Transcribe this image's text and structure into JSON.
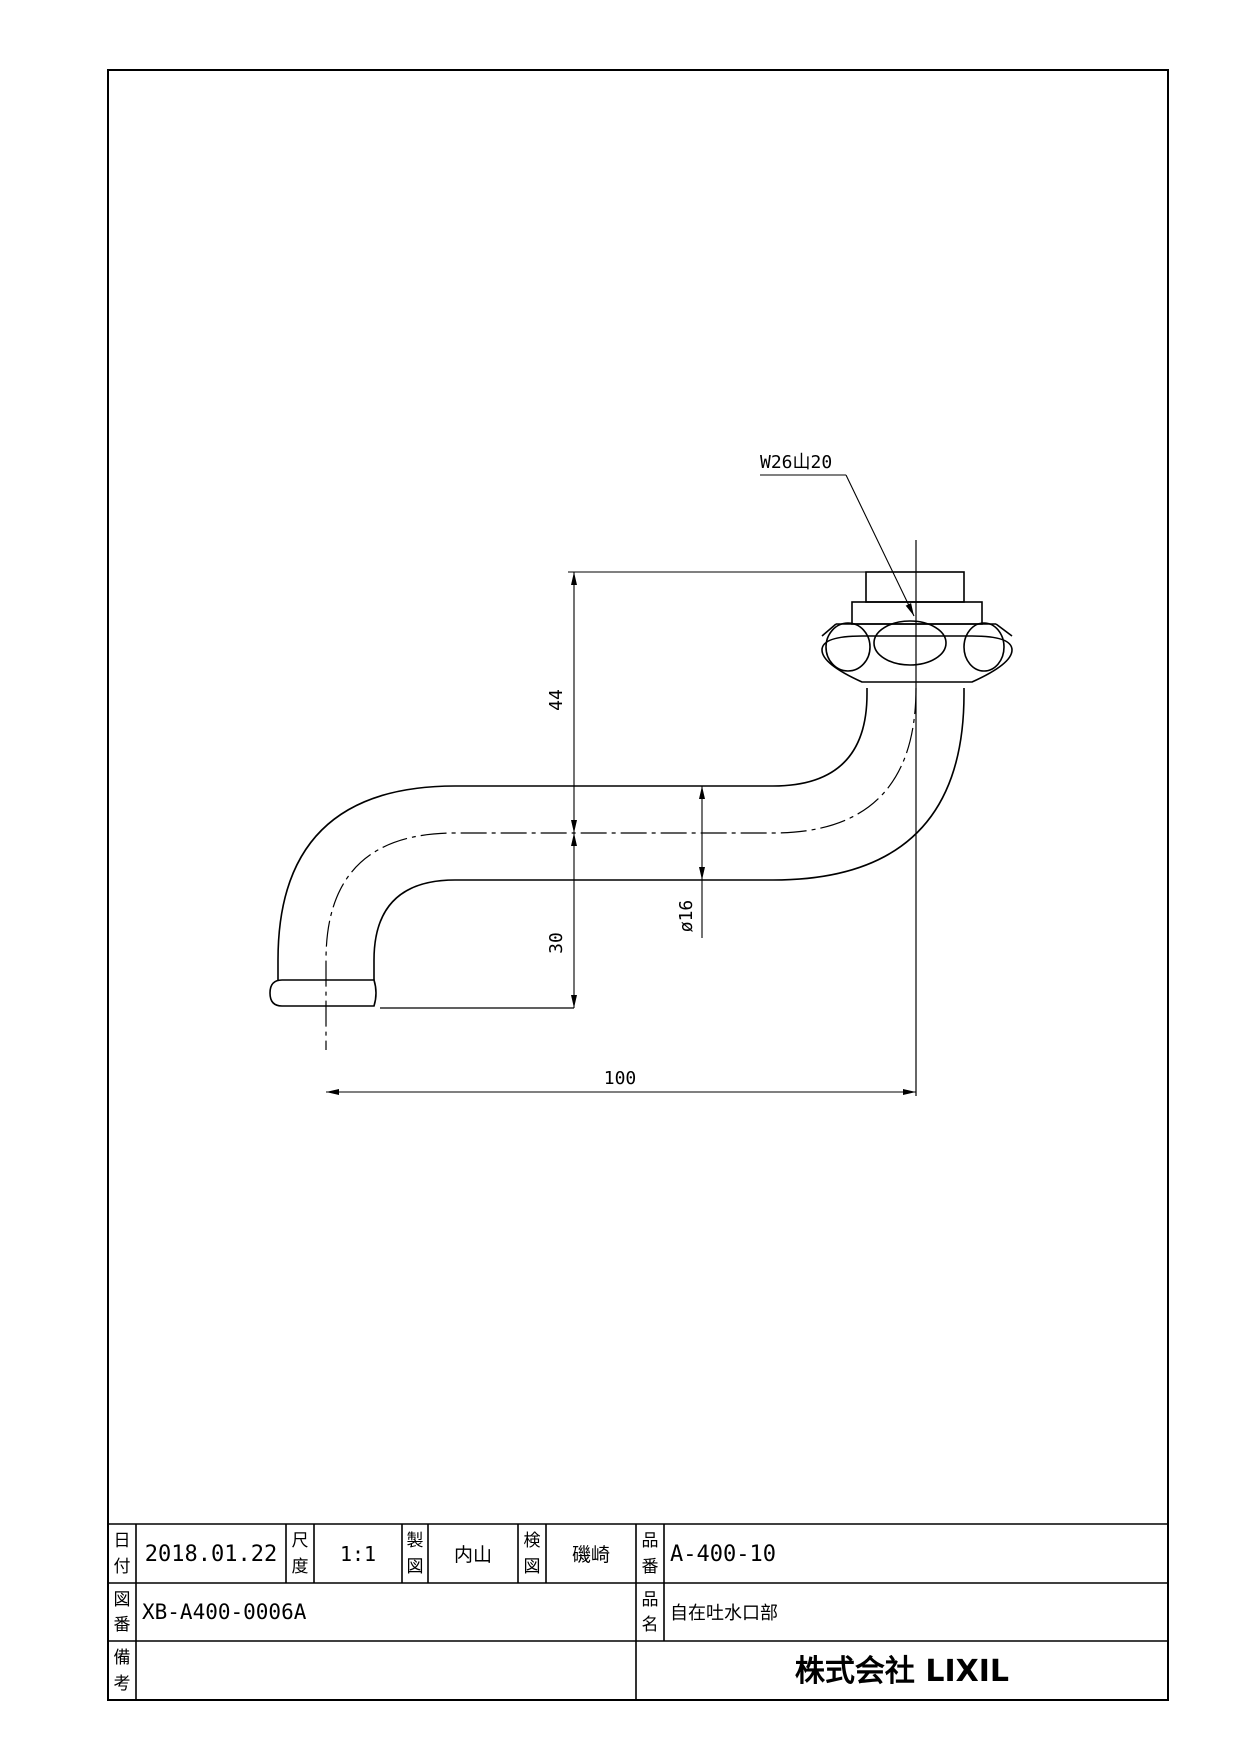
{
  "drawing": {
    "dimensions": {
      "thread": "W26山20",
      "height_top": "44",
      "height_bottom": "30",
      "diameter": "ø16",
      "length": "100"
    }
  },
  "title_block": {
    "date_label_1": "日",
    "date_label_2": "付",
    "date": "2018.01.22",
    "scale_label_1": "尺",
    "scale_label_2": "度",
    "scale": "1:1",
    "drawn_label_1": "製",
    "drawn_label_2": "図",
    "drawn_by": "内山",
    "checked_label_1": "検",
    "checked_label_2": "図",
    "checked_by": "磯崎",
    "part_no_label_1": "品",
    "part_no_label_2": "番",
    "part_no": "A-400-10",
    "drawing_no_label_1": "図",
    "drawing_no_label_2": "番",
    "drawing_no": "XB-A400-0006A",
    "part_name_label_1": "品",
    "part_name_label_2": "名",
    "part_name": "自在吐水口部",
    "remarks_label_1": "備",
    "remarks_label_2": "考",
    "company": "株式会社 LIXIL"
  }
}
